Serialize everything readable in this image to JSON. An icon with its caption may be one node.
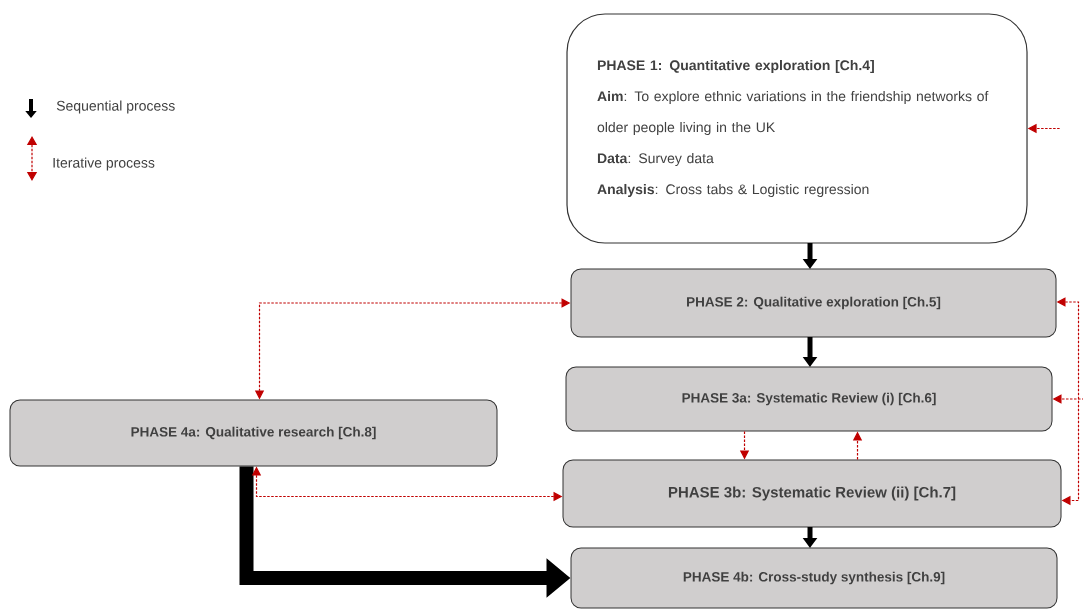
{
  "diagram": {
    "nodes": [
      {
        "text": [
          "PHASE 1: Quantitative exploration [Ch.4]",
          "**Aim**: To explore ethnic variations in the friendship networks of older people living in the UK",
          "**Data**: Survey data",
          "**Analysis**: Cross tabs & Logistic regression"
        ]
      },
      {
        "text": [
          "PHASE 2: Qualitative exploration [Ch.5]"
        ]
      },
      {
        "text": [
          "PHASE 3a: Systematic Review (i) [Ch.6]"
        ]
      },
      {
        "text": [
          "PHASE 4a: Qualitative research [Ch.8]"
        ]
      },
      {
        "text": [
          "PHASE 3b: Systematic Review (ii) [Ch.7]"
        ]
      },
      {
        "text": [
          "PHASE 4b: Cross-study synthesis [Ch.9]"
        ]
      }
    ],
    "edges": [
      {
        "from": 0,
        "to": 1,
        "arrow": "to",
        "style": "thick",
        "color": "#000000"
      },
      {
        "from": 1,
        "to": 2,
        "arrow": "to",
        "style": "thick",
        "color": "#000000"
      },
      {
        "from": 4,
        "to": 5,
        "arrow": "to",
        "style": "thick",
        "color": "#000000"
      },
      {
        "from": 3,
        "to": 5,
        "arrow": "to",
        "style": "thick",
        "color": "#000000"
      },
      {
        "from": 1,
        "to": 3,
        "arrow": "both",
        "style": "dashed"
      },
      {
        "from": 3,
        "to": 4,
        "arrow": "both",
        "style": "dashed"
      },
      {
        "from": 2,
        "to": 4,
        "arrow": "to",
        "style": "dashed"
      },
      {
        "from": 4,
        "to": 2,
        "arrow": "to",
        "style": "dashed"
      },
      {
        "from": null,
        "to": 0,
        "arrow": "to",
        "style": "dashed"
      },
      {
        "from": 1,
        "to": 4,
        "arrow": "both",
        "style": "dashed"
      },
      {
        "from": null,
        "to": 2,
        "arrow": "to",
        "style": "dashed"
      }
    ],
    "legend": [
      {
        "text": "Sequential process"
      },
      {
        "text": "Iterative process"
      }
    ]
  }
}
